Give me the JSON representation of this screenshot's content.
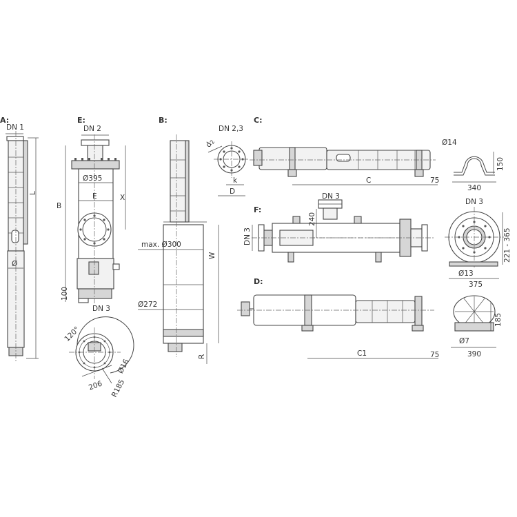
{
  "views": {
    "a": {
      "label": "A:",
      "dn": "DN 1",
      "length": "L",
      "dia": "Ø"
    },
    "e": {
      "label": "E:",
      "dn2": "DN 2",
      "dia395": "Ø395",
      "e": "E",
      "x": "X",
      "b": "B",
      "h100": "100",
      "dn3": "DN 3"
    },
    "b": {
      "label": "B:",
      "dn23": "DN 2,3",
      "d2": "d",
      "d2_sub": "2",
      "k": "k",
      "d": "D",
      "max300": "max. Ø300",
      "w": "W",
      "dia272": "Ø272",
      "r": "R"
    },
    "c": {
      "label": "C:",
      "c": "C",
      "c75": "75",
      "d14": "Ø14",
      "h150": "150",
      "w340": "340"
    },
    "f": {
      "label": "F:",
      "dn3a": "DN 3",
      "h240": "240",
      "dn3b": "DN 3",
      "dn3c": "DN 3",
      "range": "221 - 365",
      "d13": "Ø13",
      "w375": "375"
    },
    "d": {
      "label": "D:",
      "c1": "C1",
      "d75": "75",
      "h185": "185",
      "d7": "Ø7",
      "w390": "390"
    },
    "plan": {
      "angle": "120°",
      "d16": "Ø16",
      "w206": "206",
      "r185": "R185"
    }
  }
}
